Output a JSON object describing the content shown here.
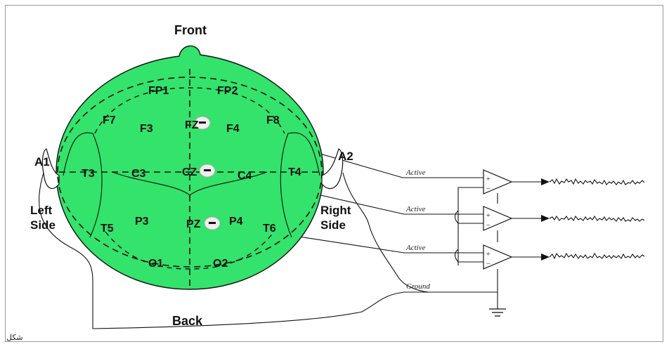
{
  "diagram": {
    "orientation": {
      "front": "Front",
      "back": "Back",
      "left": [
        "Left",
        "Side"
      ],
      "right": [
        "Right",
        "Side"
      ]
    },
    "ears": {
      "left": "A1",
      "right": "A2"
    },
    "electrodes": {
      "fp1": "FP1",
      "fp2": "FP2",
      "f7": "F7",
      "f3": "F3",
      "fz": "FZ",
      "f4": "F4",
      "f8": "F8",
      "t3": "T3",
      "c3": "C3",
      "cz": "CZ",
      "c4": "C4",
      "t4": "T4",
      "t5": "T5",
      "p3": "P3",
      "pz": "PZ",
      "p4": "P4",
      "t6": "T6",
      "o1": "O1",
      "o2": "O2"
    },
    "signals": {
      "active_1": "Active",
      "active_2": "Active",
      "active_3": "Active",
      "ground": "Ground"
    },
    "amplifier_signs": {
      "plus": "+",
      "minus": "−"
    },
    "corner_mark": "شكل",
    "colors": {
      "head": "#33e36b",
      "line": "#111111",
      "background": "#ffffff"
    }
  }
}
